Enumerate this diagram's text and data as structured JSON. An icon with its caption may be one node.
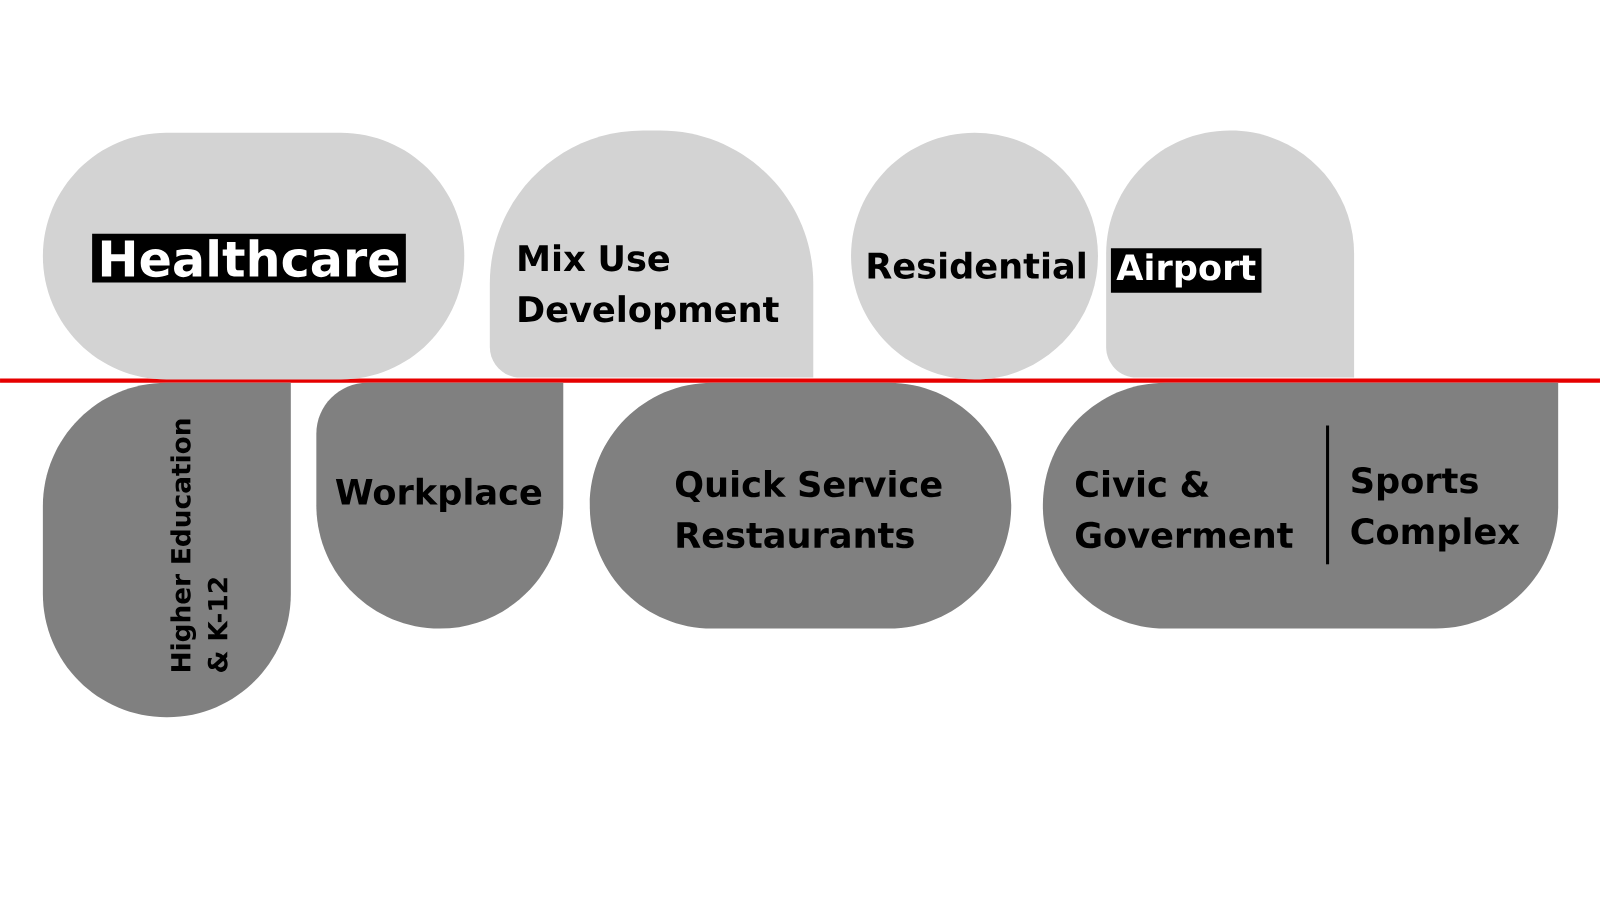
{
  "diagram": {
    "nodes": [
      {
        "text": [
          "Healthcare"
        ]
      },
      {
        "text": [
          "Mix Use Development"
        ]
      },
      {
        "text": [
          "Residential"
        ]
      },
      {
        "text": [
          "Airport"
        ]
      },
      {
        "text": [
          "Higher Education & K-12"
        ]
      },
      {
        "text": [
          "Workplace"
        ]
      },
      {
        "text": [
          "Quick Service Restaurants"
        ]
      },
      {
        "text": [
          "Civic & Goverment",
          "Sports Complex"
        ]
      }
    ]
  }
}
